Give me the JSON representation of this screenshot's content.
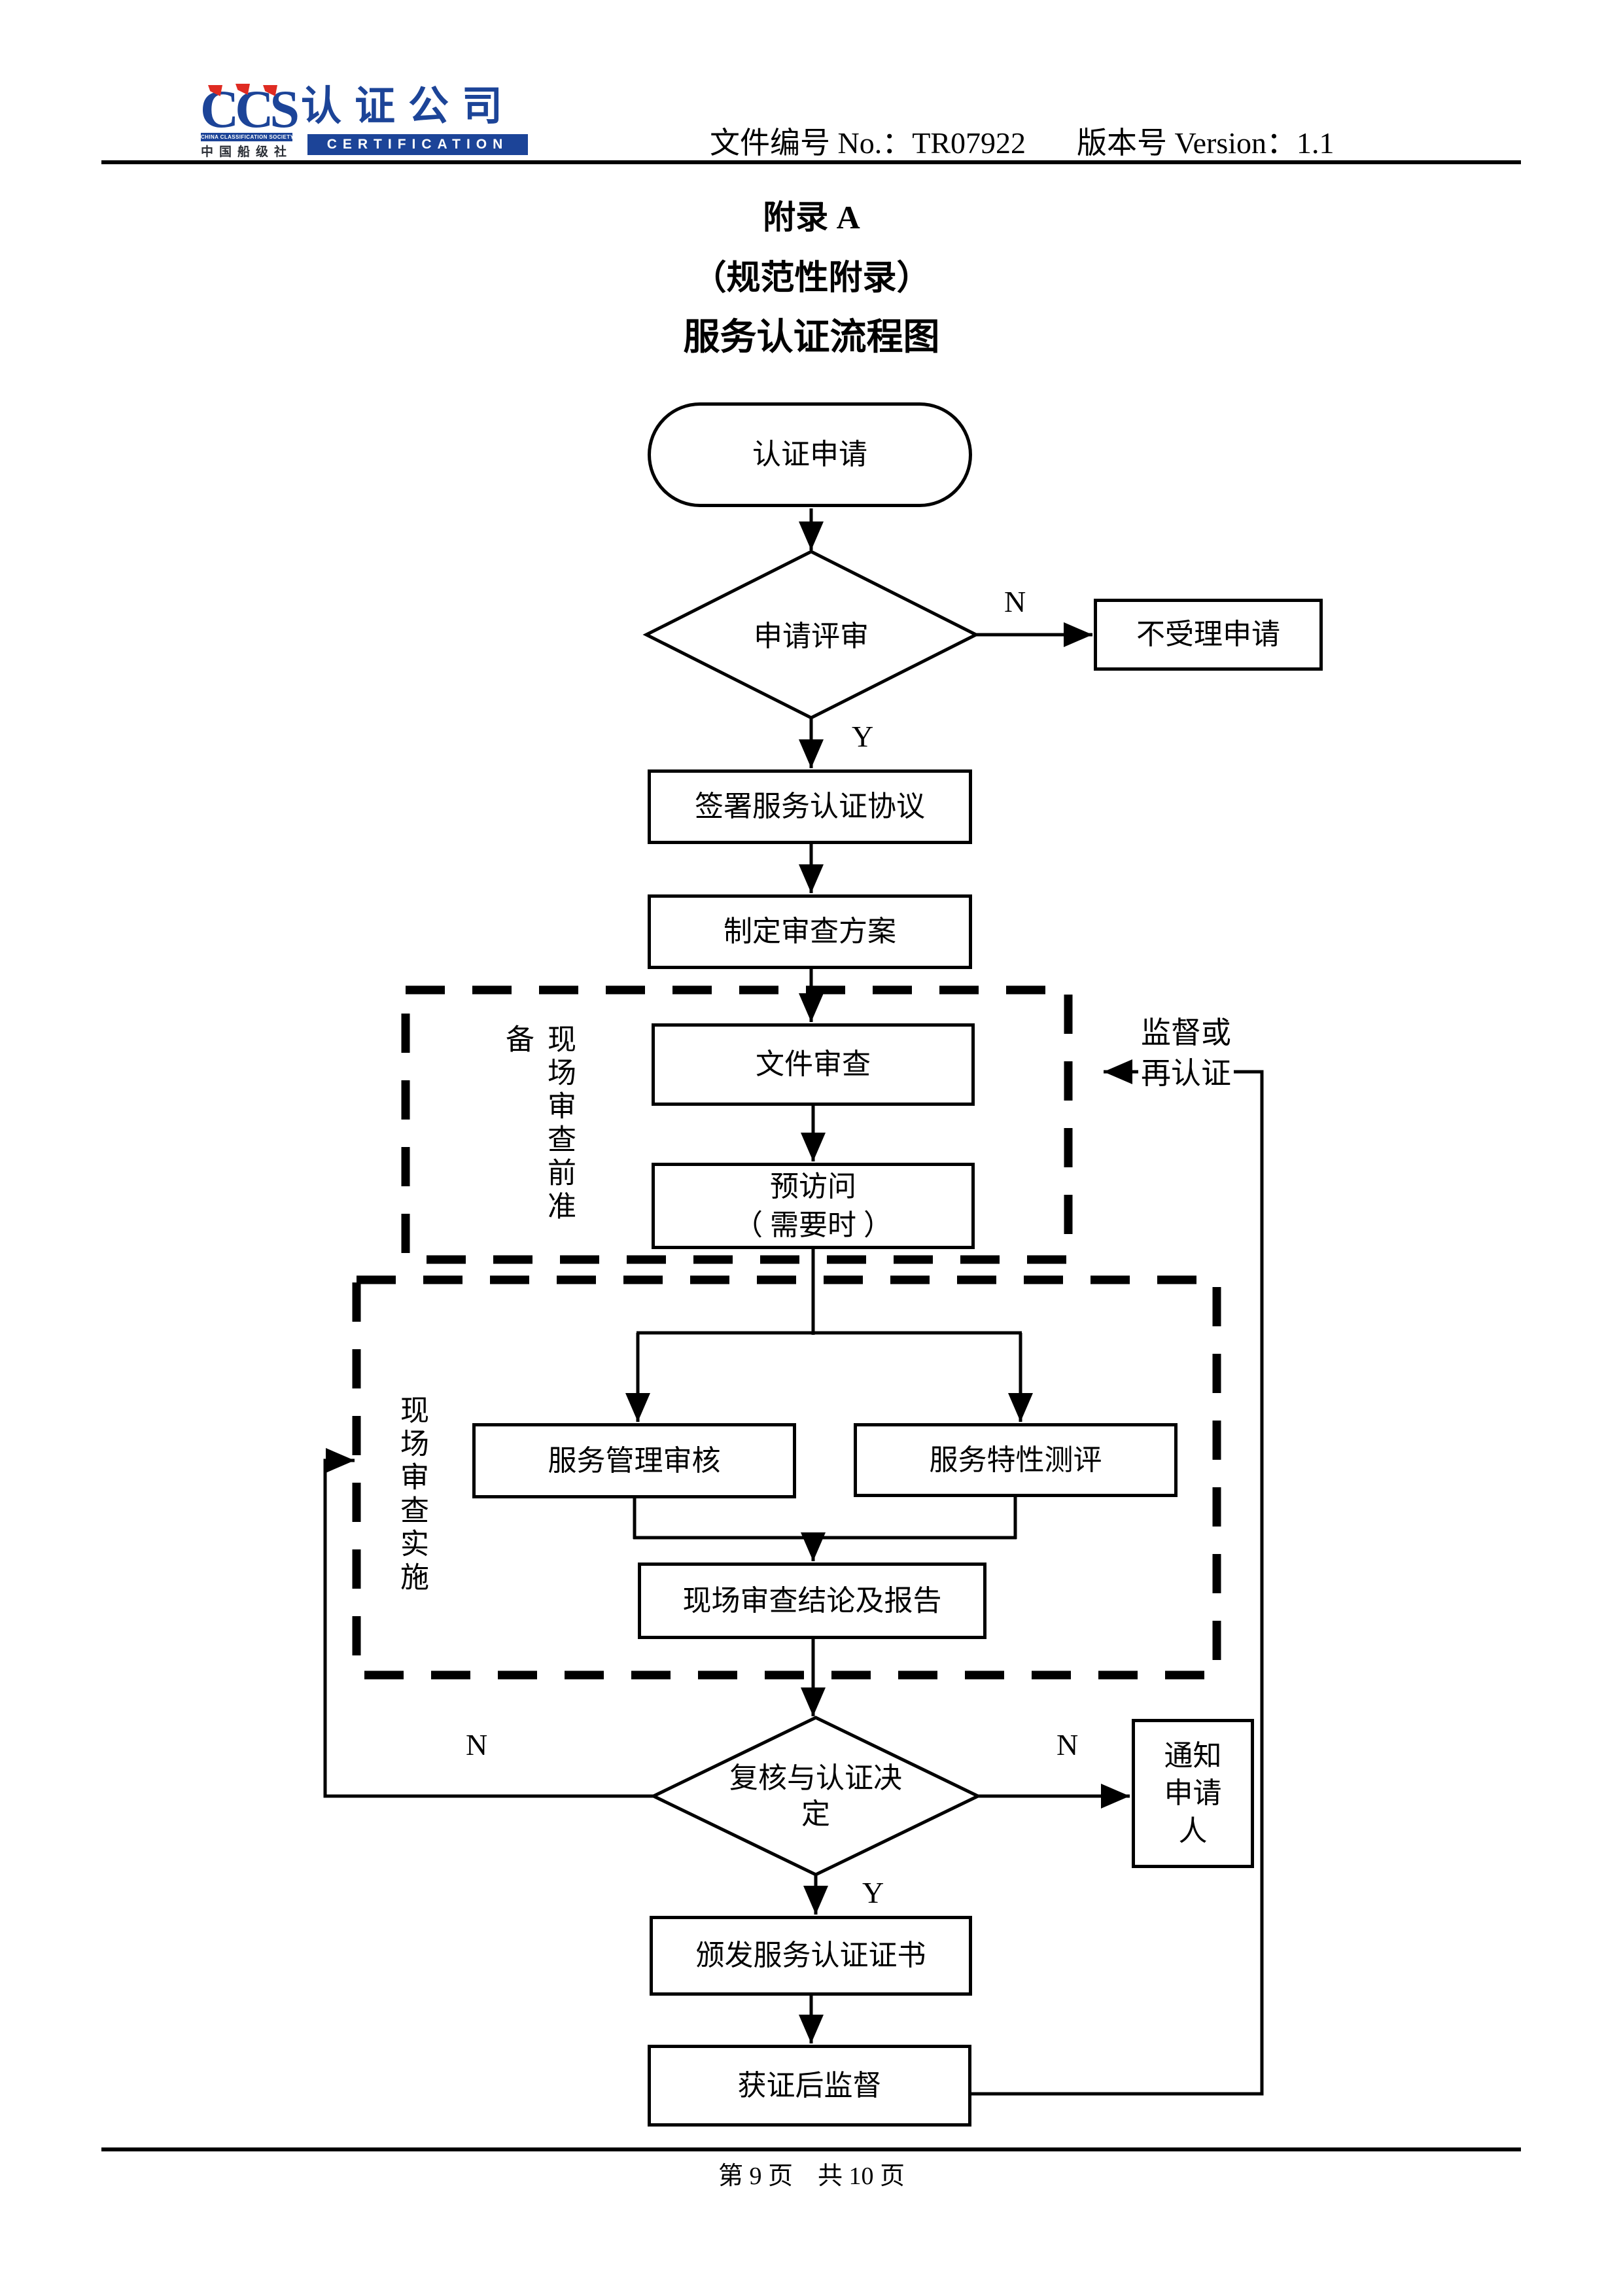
{
  "colors": {
    "logo_blue": "#1c4498",
    "logo_red": "#df2b22",
    "ink": "#000000"
  },
  "header": {
    "logo": {
      "ccs": "CCS",
      "company": "认证公司",
      "society_en": "CHINA CLASSIFICATION SOCIETY",
      "society_cn": "中国船级社",
      "certification": "CERTIFICATION"
    },
    "doc_no": "文件编号 No.：TR07922",
    "version": "版本号 Version：1.1"
  },
  "title": {
    "line1": "附录 A",
    "line2": "（规范性附录）",
    "line3": "服务认证流程图"
  },
  "flow": {
    "start": "认证申请",
    "decision_review": "申请评审",
    "reject": "不受理申请",
    "sign": "签署服务认证协议",
    "plan": "制定审查方案",
    "group_pre_label": "现场审查前准备",
    "doc_review": "文件审查",
    "previsit": "预访问\n（ 需要时 ）",
    "group_impl_label": "现场审查实施",
    "audit": "服务管理审核",
    "evaluate": "服务特性测评",
    "conclusion": "现场审查结论及报告",
    "decision_final": "复核与认证决\n定",
    "notify": "通知\n申请\n人",
    "issue": "颁发服务认证证书",
    "supervise": "获证后监督",
    "feedback": "监督或\n再认证",
    "n": "N",
    "y": "Y"
  },
  "footer": {
    "page_info": "第 9 页　共 10 页"
  }
}
